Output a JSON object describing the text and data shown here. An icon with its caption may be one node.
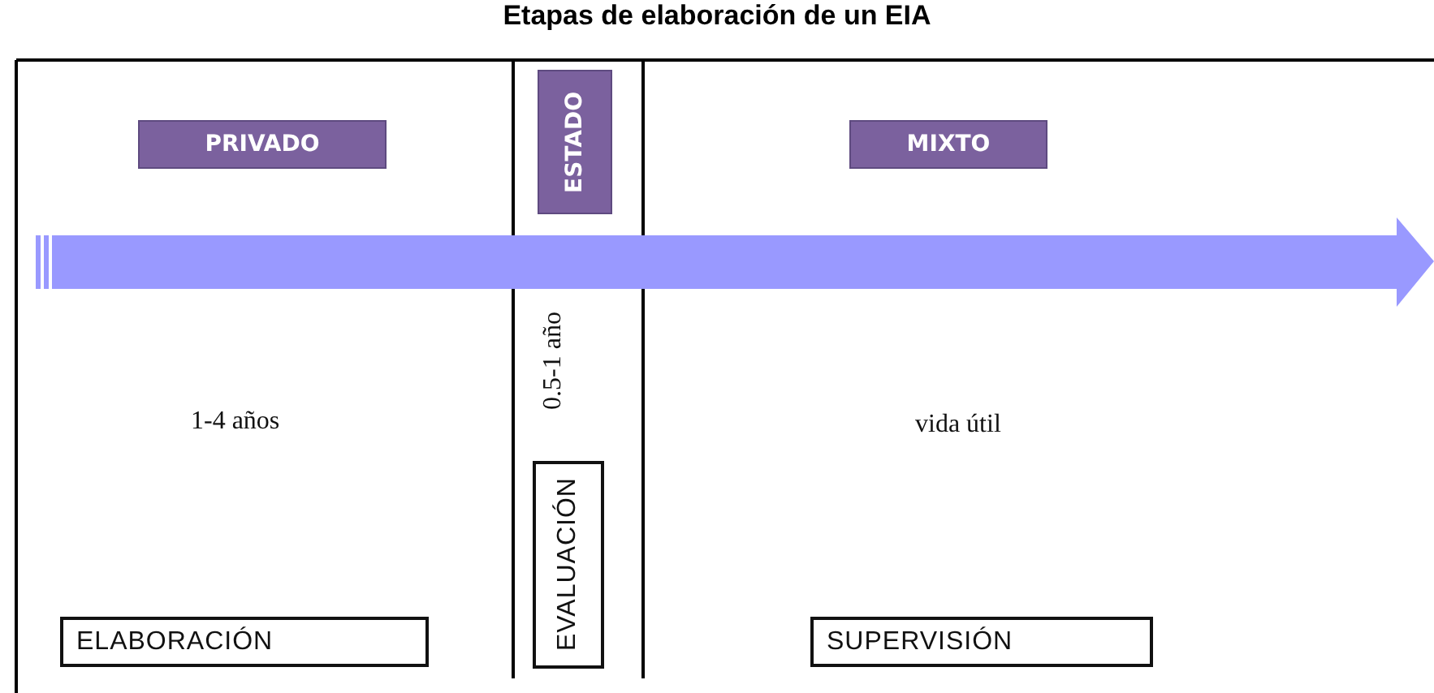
{
  "diagram": {
    "title": "Etapas de elaboración de un EIA",
    "nodes": [
      {
        "text": [
          "PRIVADO"
        ]
      },
      {
        "text": [
          "ESTADO"
        ]
      },
      {
        "text": [
          "MIXTO"
        ]
      },
      {
        "text": [
          "ELABORACIÓN"
        ]
      },
      {
        "text": [
          "EVALUACIÓN"
        ]
      },
      {
        "text": [
          "SUPERVISIÓN"
        ]
      }
    ],
    "labels": [
      "0.5-1 año",
      "1-4 años",
      "vida útil"
    ]
  }
}
